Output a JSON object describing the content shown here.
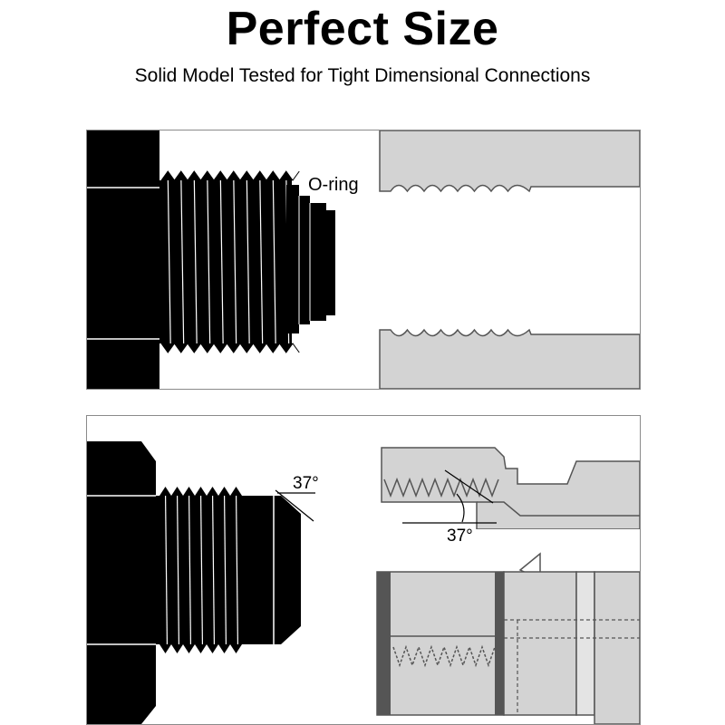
{
  "title": "Perfect Size",
  "subtitle": "Solid Model Tested for Tight Dimensional Connections",
  "top_panel": {
    "oring_label": "O-ring"
  },
  "bottom_panel": {
    "angle_label_male": "37°",
    "angle_label_female": "37°"
  },
  "colors": {
    "fitting": "#000000",
    "port": "#d3d3d3",
    "outline": "#555555",
    "frame": "#8a8a8a"
  }
}
